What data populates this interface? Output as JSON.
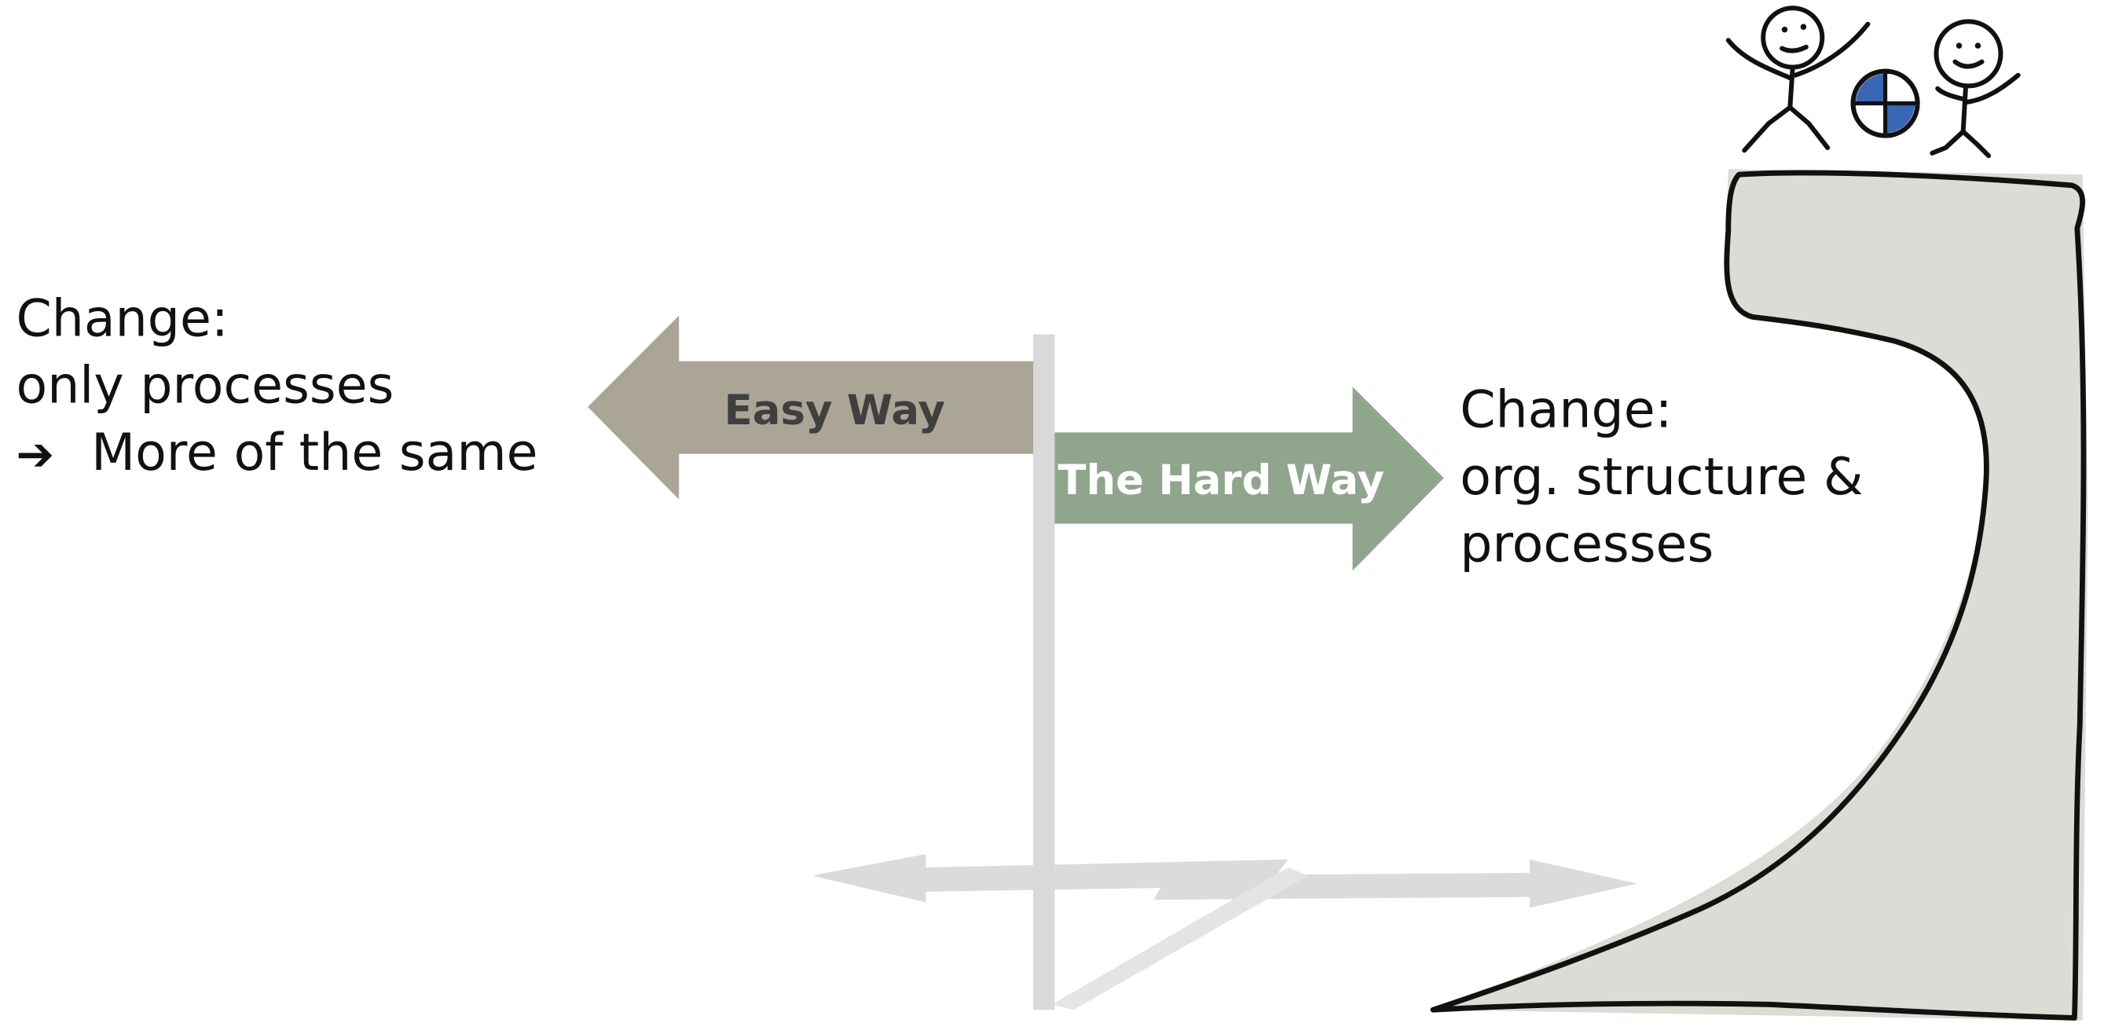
{
  "left_text": {
    "line1": "Change:",
    "line2": "only processes",
    "line3_arrow": "➔",
    "line3": "More of the same"
  },
  "easy_sign": {
    "label": "Easy Way",
    "color": "#aba596",
    "text_color": "#3f3f3f"
  },
  "hard_sign": {
    "label": "The Hard Way",
    "color": "#8fa68c",
    "text_color": "#ffffff"
  },
  "right_text": {
    "line1": "Change:",
    "line2": "org. structure &",
    "line3": "processes"
  },
  "colors": {
    "post": "#d9d9d9",
    "shadow": "#c8c8c8",
    "cliff_fill": "#dddbd5",
    "cliff_stroke": "#111111",
    "ball_blue": "#3a67b5"
  },
  "icons": [
    "stick-figure-left",
    "stick-figure-right",
    "ball-icon"
  ]
}
